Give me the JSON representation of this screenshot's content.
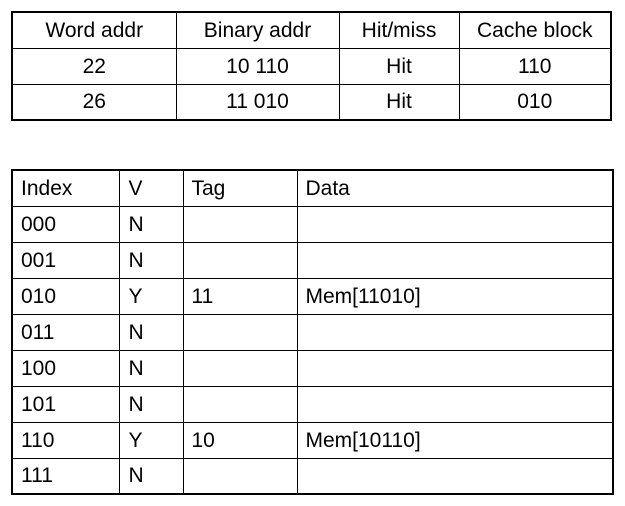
{
  "access_table": {
    "headers": [
      "Word addr",
      "Binary addr",
      "Hit/miss",
      "Cache block"
    ],
    "rows": [
      [
        "22",
        "10 110",
        "Hit",
        "110"
      ],
      [
        "26",
        "11 010",
        "Hit",
        "010"
      ]
    ]
  },
  "cache_table": {
    "headers": [
      "Index",
      "V",
      "Tag",
      "Data"
    ],
    "rows": [
      [
        "000",
        "N",
        "",
        ""
      ],
      [
        "001",
        "N",
        "",
        ""
      ],
      [
        "010",
        "Y",
        "11",
        "Mem[11010]"
      ],
      [
        "011",
        "N",
        "",
        ""
      ],
      [
        "100",
        "N",
        "",
        ""
      ],
      [
        "101",
        "N",
        "",
        ""
      ],
      [
        "110",
        "Y",
        "10",
        "Mem[10110]"
      ],
      [
        "111",
        "N",
        "",
        ""
      ]
    ]
  }
}
